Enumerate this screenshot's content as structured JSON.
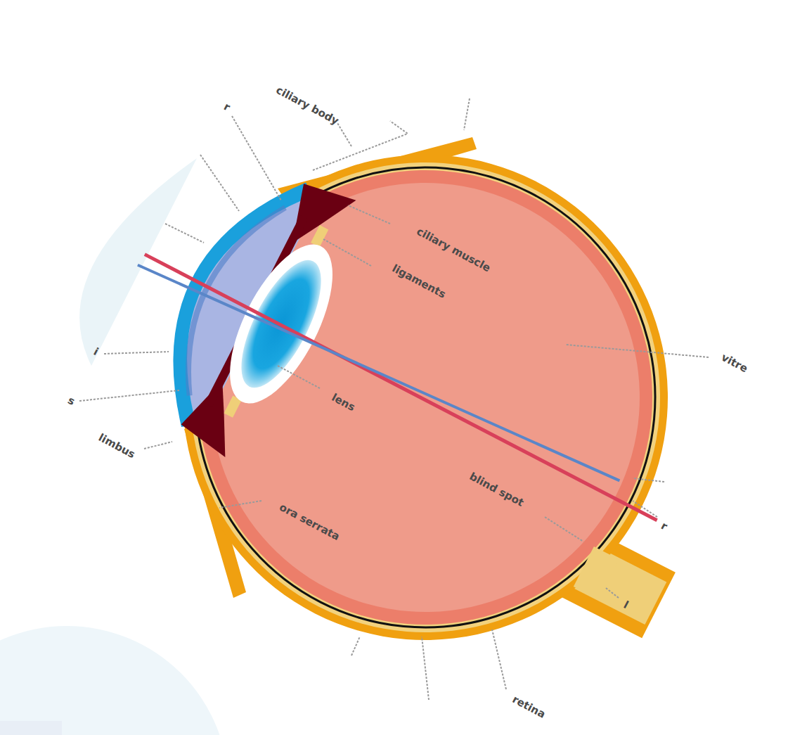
{
  "diagram": {
    "labels": [
      "ciliary body",
      "ciliary muscle",
      "ligaments",
      "lens",
      "vitre",
      "blind spot",
      "ora serrata",
      "limbus",
      "retina",
      "r",
      "i",
      "s",
      "r",
      "l"
    ]
  }
}
